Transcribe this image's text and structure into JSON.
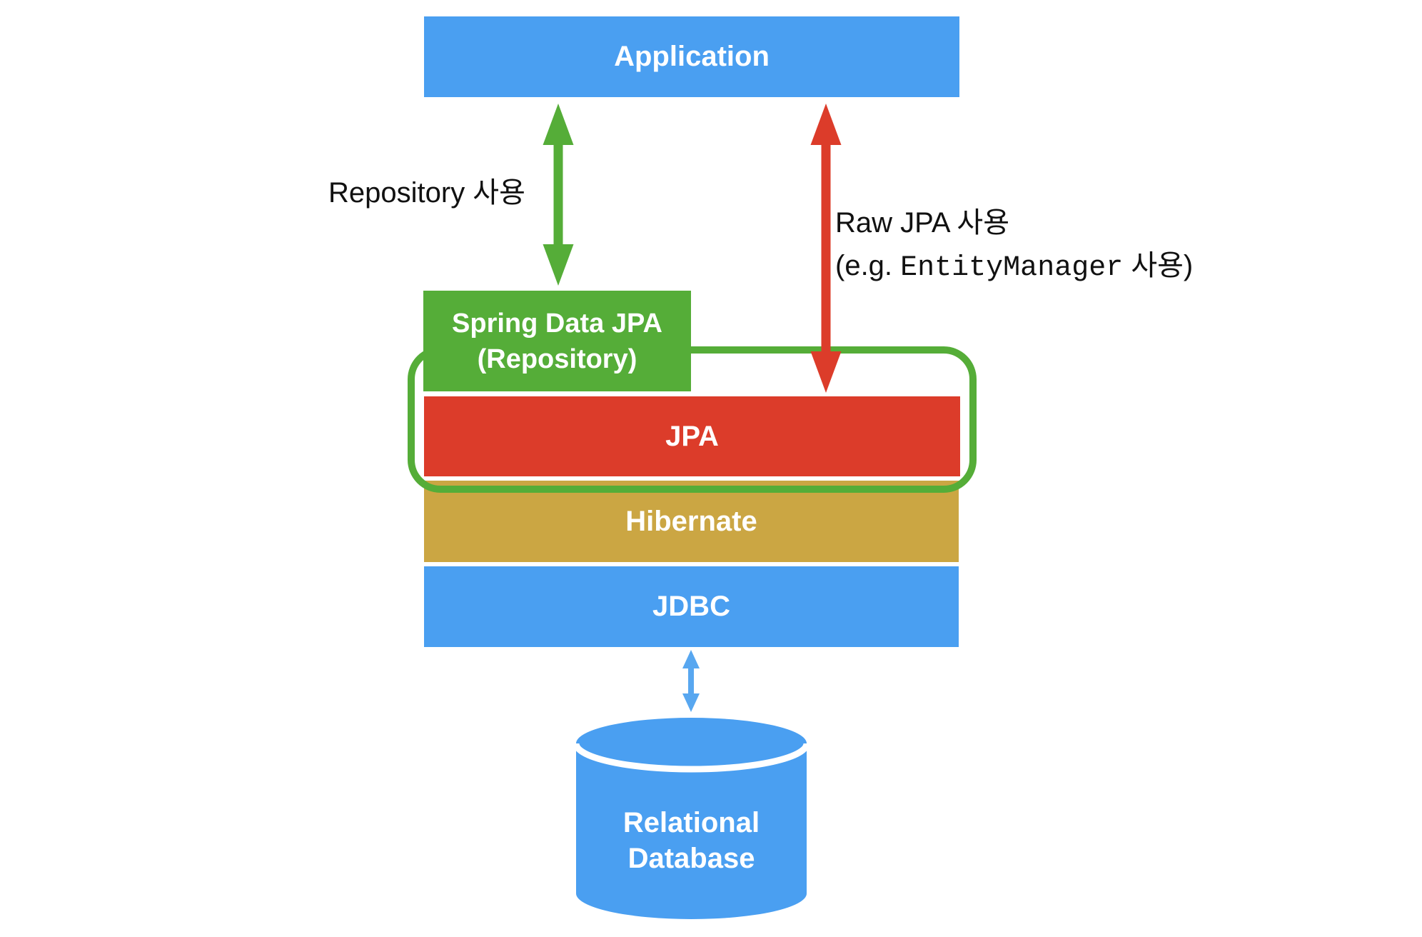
{
  "diagram": {
    "application": {
      "label": "Application",
      "color": "#4A9FF1"
    },
    "spring_data_jpa": {
      "line1": "Spring Data JPA",
      "line2": "(Repository)",
      "color": "#55AD38"
    },
    "jpa": {
      "label": "JPA",
      "color": "#DC3C2A"
    },
    "hibernate": {
      "label": "Hibernate",
      "color": "#CBA643"
    },
    "jdbc": {
      "label": "JDBC",
      "color": "#4A9FF1"
    },
    "database": {
      "line1": "Relational",
      "line2": "Database",
      "color": "#4A9FF1"
    },
    "outline_color": "#55AD38",
    "labels": {
      "repository_usage": "Repository 사용",
      "raw_jpa_line1": "Raw JPA 사용",
      "raw_jpa_line2_prefix": "(e.g. ",
      "raw_jpa_line2_code": "EntityManager",
      "raw_jpa_line2_suffix": " 사용)",
      "text_color": "#111111"
    },
    "arrows": {
      "repository": {
        "color": "#55AD38"
      },
      "raw_jpa": {
        "color": "#DC3C2A"
      },
      "jdbc_db": {
        "color": "#58A7F0"
      }
    }
  }
}
